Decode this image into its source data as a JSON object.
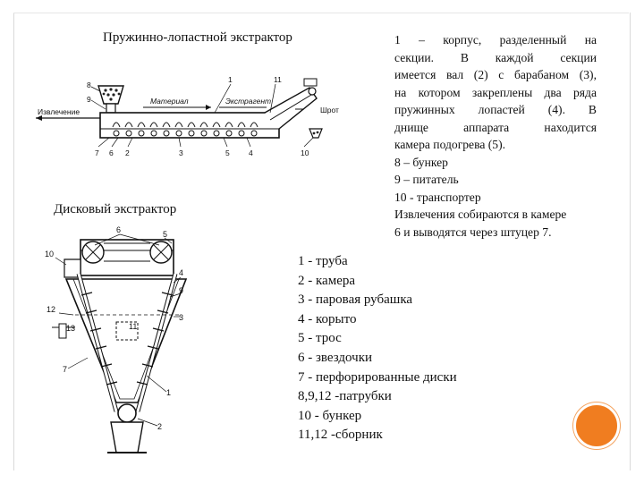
{
  "slide": {
    "title_top": "Пружинно-лопастной экстрактор",
    "title_bottom": "Дисковый экстрактор",
    "description_justified": [
      "1 – корпус, разделенный на",
      "секции. В каждой секции",
      "имеется вал (2) с барабаном (3),",
      "на котором закреплены два ряда",
      "пружинных лопастей (4). В",
      "днище аппарата находится"
    ],
    "description_plain": [
      "камера подогрева (5).",
      "8 – бункер",
      "9 – питатель",
      "10 - транспортер",
      "Извлечения собираются в камере",
      "6 и выводятся через штуцер 7."
    ],
    "legend_bottom": [
      "1 - труба",
      "2 - камера",
      "3 - паровая рубашка",
      "4 - корыто",
      "5 - трос",
      "6 - звездочки",
      "7 - перфорированные диски",
      "8,9,12  -патрубки",
      "10 - бункер",
      "11,12  -сборник"
    ]
  },
  "diagram_top": {
    "labels": [
      "8",
      "9",
      "1",
      "11",
      "Материал",
      "Экстрагент",
      "Шрот",
      "Извлечение",
      "7",
      "6",
      "2",
      "3",
      "5",
      "4",
      "10"
    ]
  },
  "diagram_bottom": {
    "labels": [
      "6",
      "5",
      "10",
      "4",
      "9",
      "3",
      "12",
      "13",
      "11",
      "7",
      "1",
      "2"
    ]
  },
  "colors": {
    "accent_circle": "#f07d20",
    "frame": "#d9d9d9"
  }
}
